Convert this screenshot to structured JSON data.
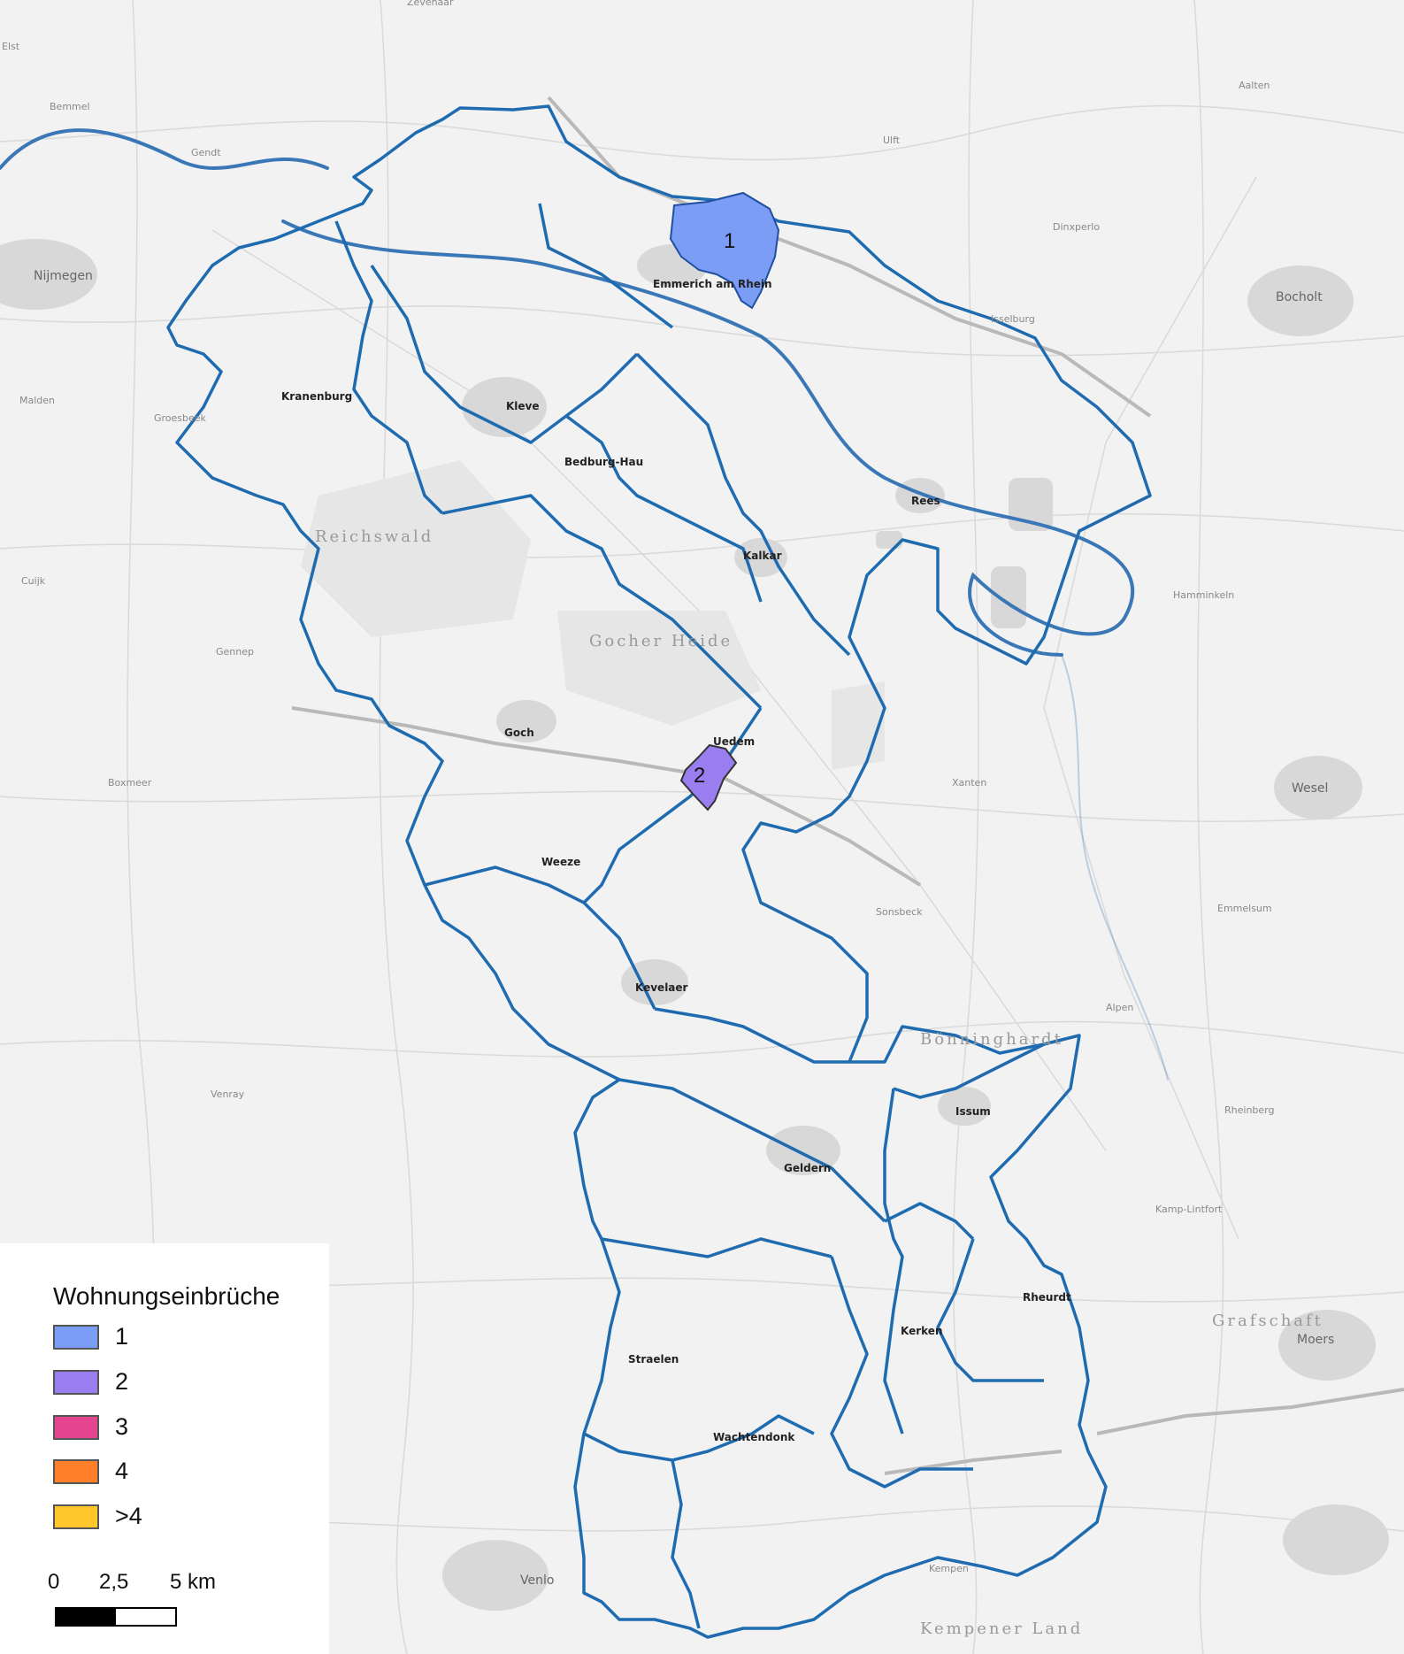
{
  "colors": {
    "header_bar": "#0a57a8",
    "boundary": "#1f6bb0",
    "class_1": "#7b9df5",
    "class_2": "#9a7ef0",
    "class_3": "#e4458f",
    "class_4": "#ff7f2a",
    "class_5": "#ffc72c",
    "river": "#3a77b6",
    "base": "#f2f2f2"
  },
  "regions": [
    {
      "label": "1",
      "value": 1
    },
    {
      "label": "2",
      "value": 2
    }
  ],
  "towns": [
    "Emmerich am Rhein",
    "Kleve",
    "Kranenburg",
    "Bedburg-Hau",
    "Kalkar",
    "Rees",
    "Goch",
    "Uedem",
    "Weeze",
    "Kevelaer",
    "Issum",
    "Geldern",
    "Straelen",
    "Kerken",
    "Rheurdt",
    "Wachtendonk"
  ],
  "places": [
    "Nijmegen",
    "Bocholt",
    "Wesel",
    "Moers",
    "Venlo",
    "Isselburg",
    "Xanten",
    "Alpen",
    "Rheinberg",
    "Kamp-Lintfort",
    "Kempen",
    "Aalten",
    "Zevenaar",
    "Elst",
    "Bemmel",
    "Gendt",
    "Malden",
    "Groesbeek",
    "Cuijk",
    "Gennep",
    "Boxmeer",
    "Venray",
    "Sonsbeck",
    "Hamminkeln",
    "Dinxperlo",
    "Ulft",
    "Emmelsum"
  ],
  "area_labels": [
    "Reichswald",
    "Gocher Heide",
    "Bönninghardt",
    "Grafschaft",
    "Kempener Land"
  ],
  "legend": {
    "title": "Wohnungseinbrüche",
    "items": [
      {
        "label": "1",
        "color": "#7b9df5"
      },
      {
        "label": "2",
        "color": "#9a7ef0"
      },
      {
        "label": "3",
        "color": "#e4458f"
      },
      {
        "label": "4",
        "color": "#ff7f2a"
      },
      {
        "label": ">4",
        "color": "#ffc72c"
      }
    ]
  },
  "scale": {
    "ticks": [
      "0",
      "2,5",
      "5 km"
    ]
  }
}
